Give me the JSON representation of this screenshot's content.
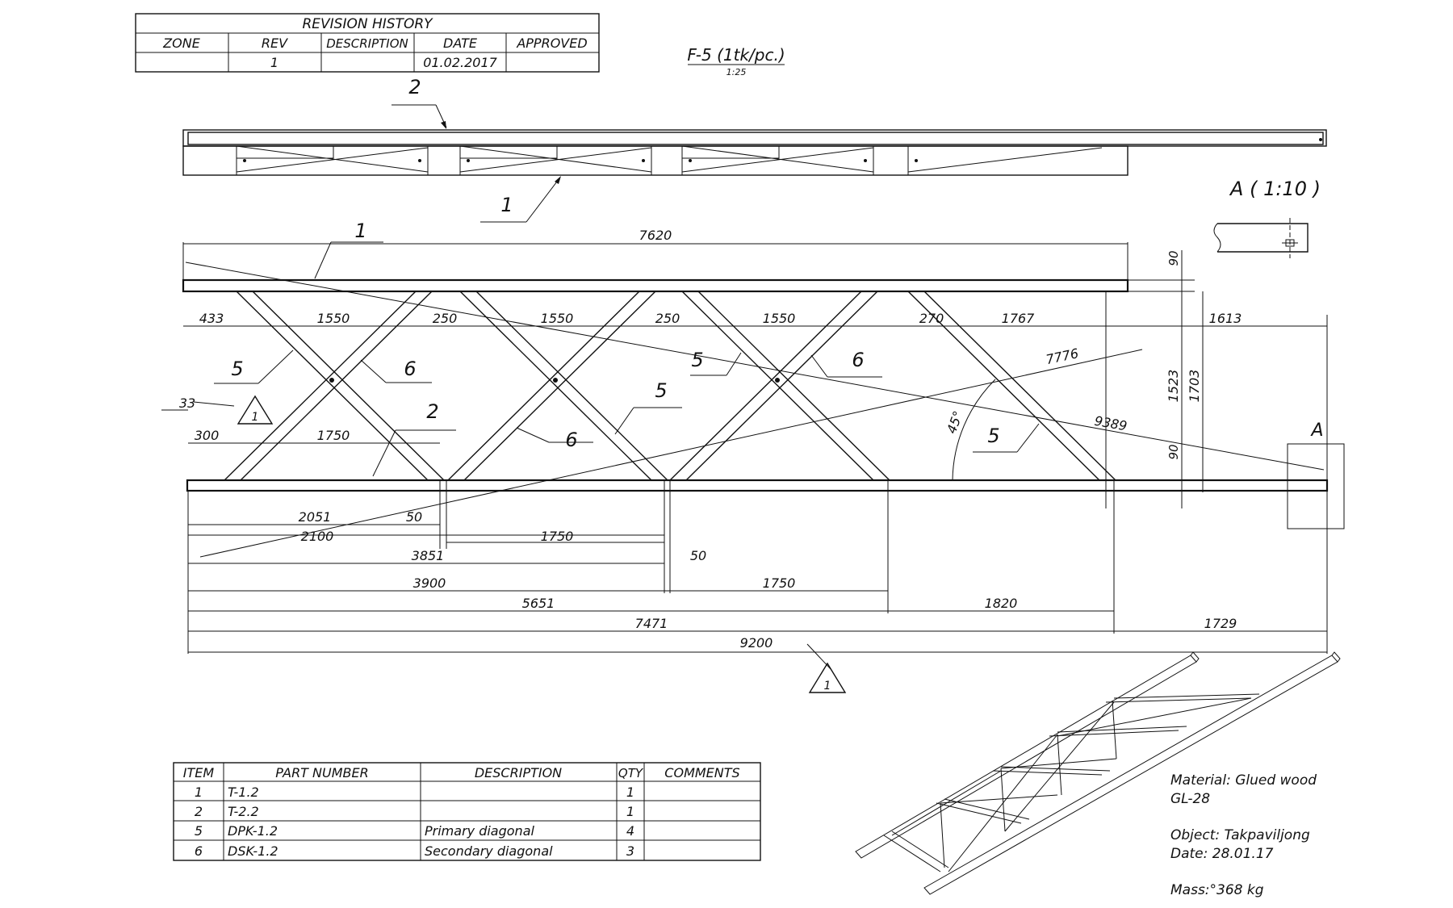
{
  "revision_table": {
    "title": "REVISION HISTORY",
    "headers": [
      "ZONE",
      "REV",
      "DESCRIPTION",
      "DATE",
      "APPROVED"
    ],
    "rows": [
      [
        "",
        "1",
        "",
        "01.02.2017",
        ""
      ]
    ]
  },
  "view_title": {
    "label": "F-5 (1tk/pc.)",
    "scale": "1:25"
  },
  "detail": {
    "title": "A ( 1:10 )",
    "marker": "A"
  },
  "callouts": {
    "one": "1",
    "two": "2",
    "five": "5",
    "six": "6"
  },
  "revision_marker": "1",
  "dimensions": {
    "top_7620": "7620",
    "d433": "433",
    "d1550a": "1550",
    "d250a": "250",
    "d1550b": "1550",
    "d250b": "250",
    "d1550c": "1550",
    "d270": "270",
    "d1767": "1767",
    "d1613": "1613",
    "d33": "33",
    "d300": "300",
    "d1750a": "1750",
    "d7776": "7776",
    "d9389": "9389",
    "angle": "45°",
    "d90a": "90",
    "d90b": "90",
    "d1523": "1523",
    "d1703": "1703",
    "d2051": "2051",
    "d50a": "50",
    "d2100": "2100",
    "d1750b": "1750",
    "d3851": "3851",
    "d50b": "50",
    "d3900": "3900",
    "d1750c": "1750",
    "d5651": "5651",
    "d1820": "1820",
    "d7471": "7471",
    "d1729": "1729",
    "d9200": "9200"
  },
  "parts_table": {
    "headers": [
      "ITEM",
      "PART NUMBER",
      "DESCRIPTION",
      "QTY",
      "COMMENTS"
    ],
    "rows": [
      [
        "1",
        "T-1.2",
        "",
        "1",
        ""
      ],
      [
        "2",
        "T-2.2",
        "",
        "1",
        ""
      ],
      [
        "5",
        "DPK-1.2",
        "Primary diagonal",
        "4",
        ""
      ],
      [
        "6",
        "DSK-1.2",
        "Secondary diagonal",
        "3",
        ""
      ]
    ]
  },
  "notes": {
    "material_1": "Material: Glued wood",
    "material_2": "GL-28",
    "object": "Object: Takpaviljong",
    "date": "Date: 28.01.17",
    "mass": "Mass:°368 kg"
  }
}
